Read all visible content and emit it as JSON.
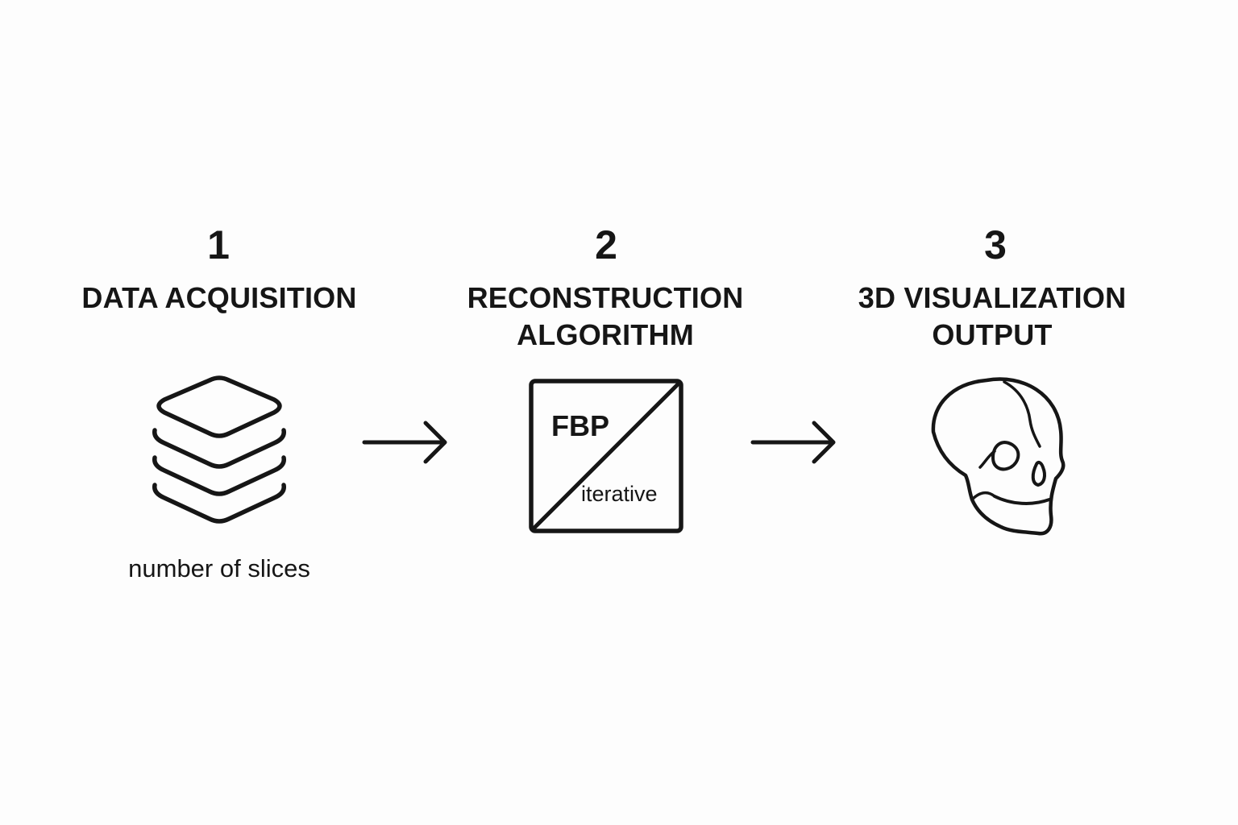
{
  "steps": [
    {
      "number": "1",
      "title_lines": [
        "DATA ACQUISITION"
      ],
      "icon": "layers-stack-icon",
      "caption": "number of slices"
    },
    {
      "number": "2",
      "title_lines": [
        "RECONSTRUCTION",
        "ALGORITHM"
      ],
      "icon": "split-square-icon",
      "box_labels": {
        "upper": "FBP",
        "lower": "iterative"
      }
    },
    {
      "number": "3",
      "title_lines": [
        "3D VISUALIZATION",
        "OUTPUT"
      ],
      "icon": "skull-icon"
    }
  ],
  "connectors": [
    {
      "from": "1",
      "to": "2",
      "icon": "arrow-right-icon"
    },
    {
      "from": "2",
      "to": "3",
      "icon": "arrow-right-icon"
    }
  ],
  "colors": {
    "ink": "#161616",
    "background": "#fdfdfd"
  }
}
